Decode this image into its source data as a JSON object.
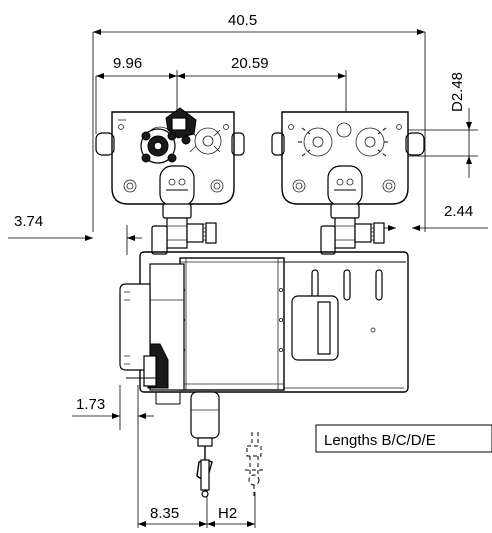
{
  "dimensions": {
    "overall_width": "40.5",
    "left_offset": "9.96",
    "center_distance": "20.59",
    "vertical_offset": "D2.48",
    "left_clearance": "3.74",
    "right_clearance": "2.44",
    "lower_clearance": "1.73",
    "hook_offset": "8.35",
    "hook_travel": "H2"
  },
  "legend": {
    "lengths_note": "Lengths B/C/D/E"
  }
}
